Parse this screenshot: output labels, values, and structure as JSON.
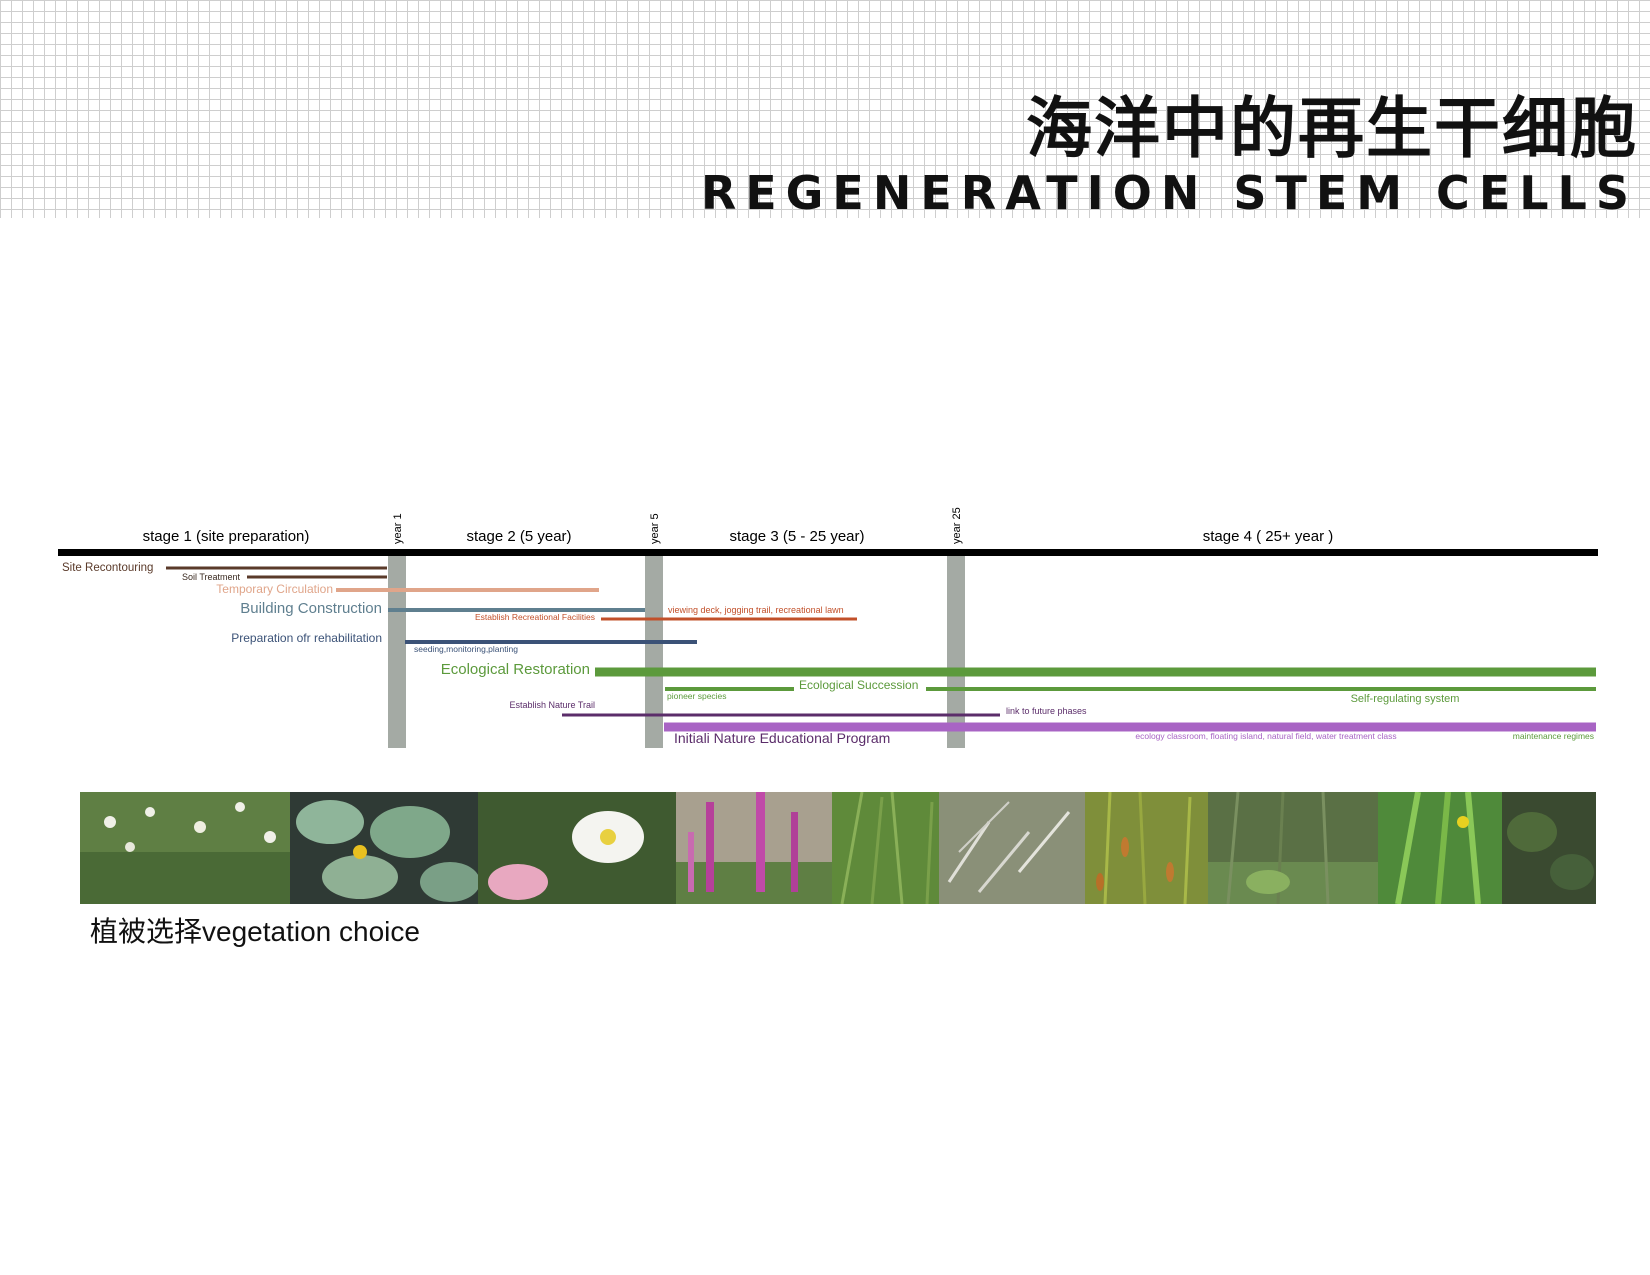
{
  "header": {
    "title_cn": "海洋中的再生干细胞",
    "title_en": "REGENERATION STEM CELLS"
  },
  "timeline": {
    "stages": [
      "stage 1 (site preparation)",
      "stage 2 (5 year)",
      "stage 3 (5 - 25 year)",
      "stage 4 ( 25+ year )"
    ],
    "milestones": [
      "year 1",
      "year 5",
      "year 25"
    ],
    "tasks": {
      "site_recontouring": "Site Recontouring",
      "soil_treatment": "Soil Treatment",
      "temporary_circulation": "Temporary Circulation",
      "building_construction": "Building Construction",
      "establish_recreational": "Establish Recreational Facilities",
      "viewing_deck": "viewing deck, jogging trail, recreational lawn",
      "preparation_rehab": "Preparation ofr rehabilitation",
      "seeding": "seeding,monitoring,planting",
      "ecological_restoration": "Ecological Restoration",
      "pioneer_species": "pioneer species",
      "ecological_succession": "Ecological Succession",
      "self_regulating": "Self-regulating system",
      "establish_nature_trail": "Establish Nature Trail",
      "link_future": "link to future phases",
      "nature_program": "Initiali Nature Educational Program",
      "ecology_classroom": "ecology classroom, floating island, natural field, water treatment class",
      "maintenance": "maintenance regimes"
    },
    "colors": {
      "brown": "#5a3a2a",
      "salmon": "#e0a58a",
      "slate": "#5f7f8f",
      "rust": "#c2502a",
      "navy": "#3b5277",
      "green": "#5c9a3c",
      "purple": "#5b2d6a",
      "lavender": "#a864c4",
      "gray_bar": "#a4aaa4"
    }
  },
  "vegetation": {
    "caption": "植被选择vegetation choice",
    "photos": [
      {
        "name": "white-flower-photo",
        "color": "#5f7f44"
      },
      {
        "name": "water-lily-pad-photo",
        "color": "#6e9670"
      },
      {
        "name": "white-lotus-photo",
        "color": "#4c6b3a"
      },
      {
        "name": "purple-loosestrife-photo",
        "color": "#8a7b6a"
      },
      {
        "name": "grass-photo",
        "color": "#5f8a3a"
      },
      {
        "name": "silver-grass-photo",
        "color": "#9aa08c"
      },
      {
        "name": "cattail-photo",
        "color": "#7f8f3a"
      },
      {
        "name": "reed-photo",
        "color": "#5a7045"
      },
      {
        "name": "iris-photo",
        "color": "#4f8a3a"
      },
      {
        "name": "dark-foliage-photo",
        "color": "#3a4a30"
      }
    ]
  }
}
